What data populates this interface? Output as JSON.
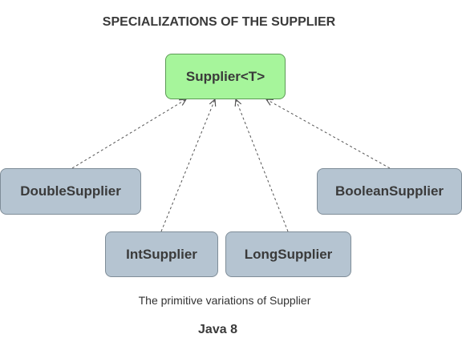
{
  "diagram": {
    "title": "SPECIALIZATIONS OF THE SUPPLIER",
    "root": {
      "label": "Supplier<T>"
    },
    "children": [
      {
        "label": "DoubleSupplier"
      },
      {
        "label": "IntSupplier"
      },
      {
        "label": "LongSupplier"
      },
      {
        "label": "BooleanSupplier"
      }
    ],
    "caption": "The primitive variations of Supplier",
    "footer": "Java 8"
  },
  "colors": {
    "root_fill": "#a6f59b",
    "child_fill": "#b5c4d1",
    "edge": "#555555",
    "text": "#3a3a3a"
  }
}
